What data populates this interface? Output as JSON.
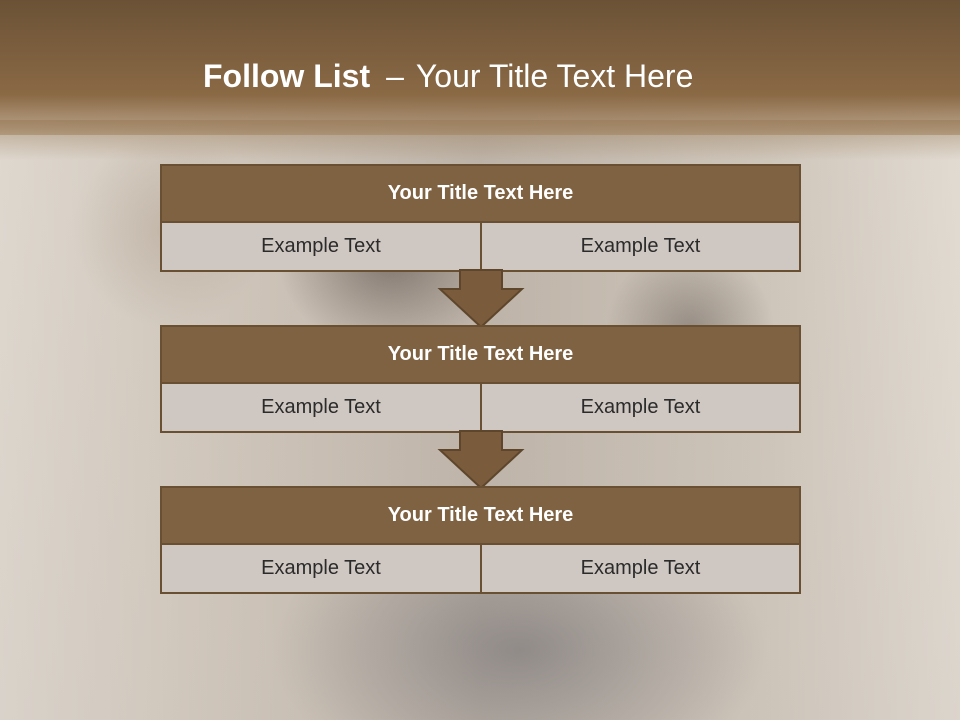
{
  "header": {
    "title_bold": "Follow List",
    "title_separator": "–",
    "title_rest": "Your Title Text Here"
  },
  "blocks": [
    {
      "title": "Your Title Text Here",
      "left": "Example Text",
      "right": "Example Text"
    },
    {
      "title": "Your Title Text Here",
      "left": "Example Text",
      "right": "Example Text"
    },
    {
      "title": "Your Title Text Here",
      "left": "Example Text",
      "right": "Example Text"
    }
  ],
  "colors": {
    "header_brown": "#7a5c3c",
    "block_title": "#7f6242",
    "block_border": "#6a5032",
    "cell_fill": "#cfc7c1",
    "arrow_fill": "#7a5c3c"
  }
}
